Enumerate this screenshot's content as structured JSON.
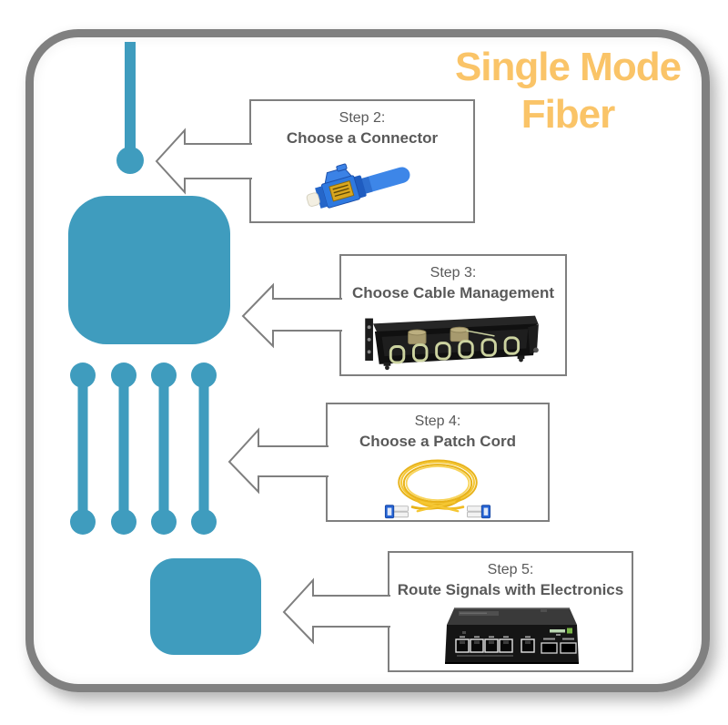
{
  "title": {
    "line1": "Single Mode",
    "line2": "Fiber"
  },
  "steps": [
    {
      "id": "step-2",
      "label": "Step 2:",
      "name": "Choose a Connector",
      "image": "lc-connector-photo"
    },
    {
      "id": "step-3",
      "label": "Step 3:",
      "name": "Choose Cable Management",
      "image": "rack-enclosure-photo"
    },
    {
      "id": "step-4",
      "label": "Step 4:",
      "name": "Choose a Patch Cord",
      "image": "fiber-patch-cord-photo"
    },
    {
      "id": "step-5",
      "label": "Step 5:",
      "name": "Route Signals with Electronics",
      "image": "network-switch-photo"
    }
  ],
  "diagram": {
    "shapes": [
      "incoming-fiber-line",
      "fiber-drop-dot",
      "cable-management-block",
      "patch-cord-strands",
      "electronics-block"
    ],
    "patch_cord_strand_count": 4
  },
  "colors": {
    "teal": "#3F9CBE",
    "frame_gray": "#808080",
    "box_border_gray": "#7F7F7F",
    "step_text_gray": "#595959",
    "title_orange": "#FAC468",
    "cord_yellow": "#F1BC25",
    "connector_blue": "#2E79E0"
  }
}
